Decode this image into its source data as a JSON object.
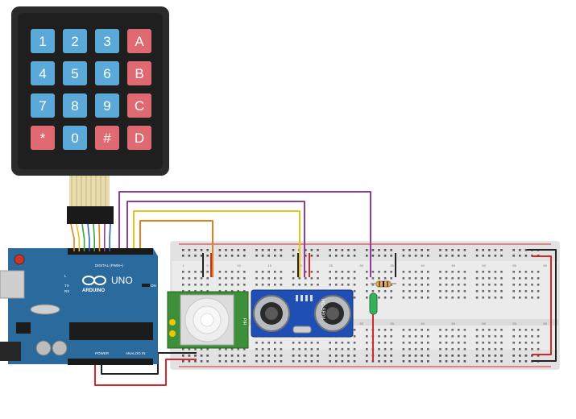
{
  "keypad": {
    "keys": [
      "1",
      "2",
      "3",
      "A",
      "4",
      "5",
      "6",
      "B",
      "7",
      "8",
      "9",
      "C",
      "*",
      "0",
      "#",
      "D"
    ],
    "digit_color": "#5aa9d8",
    "letter_color": "#e06a72",
    "body_color": "#2b2b2b"
  },
  "arduino": {
    "brand": "ARDUINO",
    "model": "UNO",
    "digital_label": "DIGITAL (PWM~)",
    "power_label": "POWER",
    "analog_label": "ANALOG IN",
    "on_label": "ON",
    "tx_label": "TX",
    "rx_label": "RX",
    "l_label": "L",
    "board_color": "#2b6a9c"
  },
  "sensors": {
    "pir_label": "PIR",
    "ultrasonic_label": "HC-SR04"
  },
  "breadboard": {
    "column_numbers": [
      "1",
      "5",
      "10",
      "15",
      "20",
      "25",
      "30",
      "35",
      "40",
      "45",
      "50",
      "55",
      "60"
    ]
  },
  "wires": {
    "purple": "#8e3d99",
    "yellow": "#e8c21a",
    "orange": "#e0821c",
    "red": "#d62828",
    "black": "#222222",
    "green": "#3aa33a",
    "blue": "#2a62c9"
  }
}
